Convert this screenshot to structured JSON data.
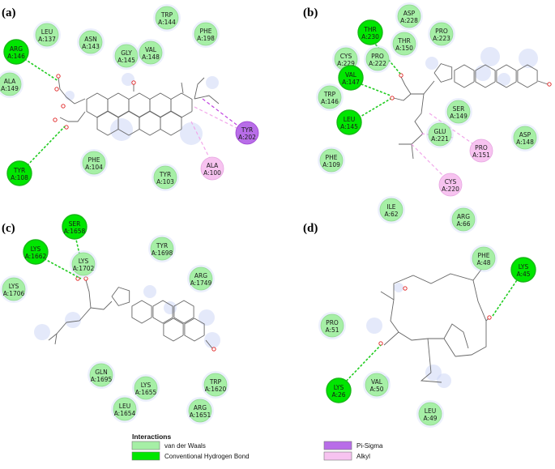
{
  "panels": [
    {
      "label": "(a)",
      "residues": [
        {
          "name": "ARG",
          "id": "A:146",
          "type": "hbond"
        },
        {
          "name": "LEU",
          "id": "A:137",
          "type": "vdw"
        },
        {
          "name": "ASN",
          "id": "A:143",
          "type": "vdw"
        },
        {
          "name": "TRP",
          "id": "A:144",
          "type": "vdw"
        },
        {
          "name": "GLY",
          "id": "A:145",
          "type": "vdw"
        },
        {
          "name": "VAL",
          "id": "A:148",
          "type": "vdw"
        },
        {
          "name": "PHE",
          "id": "A:198",
          "type": "vdw"
        },
        {
          "name": "ALA",
          "id": "A:149",
          "type": "vdw"
        },
        {
          "name": "TYR",
          "id": "A:202",
          "type": "pisigma"
        },
        {
          "name": "TYR",
          "id": "A:108",
          "type": "hbond"
        },
        {
          "name": "PHE",
          "id": "A:104",
          "type": "vdw"
        },
        {
          "name": "TYR",
          "id": "A:103",
          "type": "vdw"
        },
        {
          "name": "ALA",
          "id": "A:100",
          "type": "alkyl"
        }
      ]
    },
    {
      "label": "(b)",
      "residues": [
        {
          "name": "THR",
          "id": "A:230",
          "type": "hbond"
        },
        {
          "name": "ASP",
          "id": "A:228",
          "type": "vdw"
        },
        {
          "name": "PRO",
          "id": "A:223",
          "type": "vdw"
        },
        {
          "name": "THR",
          "id": "A:150",
          "type": "vdw"
        },
        {
          "name": "CYS",
          "id": "A:229",
          "type": "vdw"
        },
        {
          "name": "PRO",
          "id": "A:222",
          "type": "vdw"
        },
        {
          "name": "VAL",
          "id": "A:147",
          "type": "hbond"
        },
        {
          "name": "TRP",
          "id": "A:146",
          "type": "vdw"
        },
        {
          "name": "LEU",
          "id": "A:145",
          "type": "hbond"
        },
        {
          "name": "SER",
          "id": "A:149",
          "type": "vdw"
        },
        {
          "name": "ASP",
          "id": "A:148",
          "type": "vdw"
        },
        {
          "name": "PRO",
          "id": "A:151",
          "type": "alkyl"
        },
        {
          "name": "GLU",
          "id": "A:221",
          "type": "vdw"
        },
        {
          "name": "PHE",
          "id": "A:109",
          "type": "vdw"
        },
        {
          "name": "CYS",
          "id": "A:220",
          "type": "alkyl"
        }
      ]
    },
    {
      "label": "(c)",
      "residues": [
        {
          "name": "SER",
          "id": "A:1658",
          "type": "hbond"
        },
        {
          "name": "LYS",
          "id": "A:1662",
          "type": "hbond"
        },
        {
          "name": "LYS",
          "id": "A:1702",
          "type": "vdw"
        },
        {
          "name": "TYR",
          "id": "A:1698",
          "type": "vdw"
        },
        {
          "name": "ARG",
          "id": "A:1749",
          "type": "vdw"
        },
        {
          "name": "LYS",
          "id": "A:1706",
          "type": "vdw"
        },
        {
          "name": "GLN",
          "id": "A:1695",
          "type": "vdw"
        },
        {
          "name": "LYS",
          "id": "A:1655",
          "type": "vdw"
        },
        {
          "name": "TRP",
          "id": "A:1620",
          "type": "vdw"
        },
        {
          "name": "LEU",
          "id": "A:1654",
          "type": "vdw"
        },
        {
          "name": "ARG",
          "id": "A:1651",
          "type": "vdw"
        }
      ]
    },
    {
      "label": "(d)",
      "residues": [
        {
          "name": "ILE",
          "id": "A:62",
          "type": "vdw"
        },
        {
          "name": "ARG",
          "id": "A:66",
          "type": "vdw"
        },
        {
          "name": "PHE",
          "id": "A:48",
          "type": "vdw"
        },
        {
          "name": "LYS",
          "id": "A:45",
          "type": "hbond"
        },
        {
          "name": "PRO",
          "id": "A:51",
          "type": "vdw"
        },
        {
          "name": "LYS",
          "id": "A:26",
          "type": "hbond"
        },
        {
          "name": "VAL",
          "id": "A:50",
          "type": "vdw"
        },
        {
          "name": "LEU",
          "id": "A:49",
          "type": "vdw"
        }
      ]
    }
  ],
  "legend": {
    "title": "Interactions",
    "items": [
      {
        "key": "vdw",
        "label": "van der Waals",
        "color": "#a6efa6"
      },
      {
        "key": "hbond",
        "label": "Conventional Hydrogen Bond",
        "color": "#00e600"
      },
      {
        "key": "pisigma",
        "label": "Pi-Sigma",
        "color": "#b86de8"
      },
      {
        "key": "alkyl",
        "label": "Alkyl",
        "color": "#f7c3f0"
      }
    ]
  },
  "colors": {
    "hbond_line": "#22cc22",
    "alkyl_line": "#f2a6ea",
    "pisigma_line": "#c040e0",
    "bond": "#666666",
    "oxygen": "#e02020",
    "halo": "#c9d3f5"
  }
}
